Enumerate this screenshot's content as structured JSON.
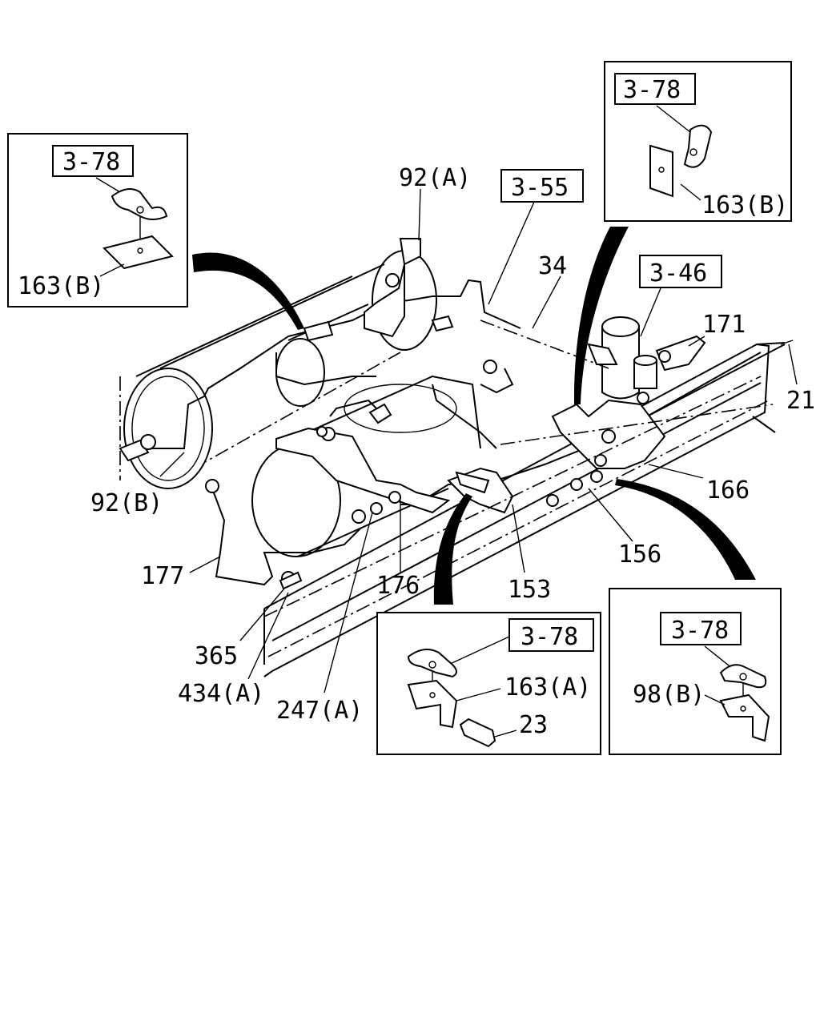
{
  "references": {
    "ref_3_78_top_left": "3-78",
    "ref_3_78_top_right": "3-78",
    "ref_3_55": "3-55",
    "ref_3_46": "3-46",
    "ref_3_78_bottom_mid": "3-78",
    "ref_3_78_bottom_right": "3-78"
  },
  "callouts": {
    "p92a": "92(A)",
    "p163b_left": "163(B)",
    "p163b_right": "163(B)",
    "p34": "34",
    "p171": "171",
    "p21": "21",
    "p92b": "92(B)",
    "p166": "166",
    "p156": "156",
    "p177": "177",
    "p176": "176",
    "p153": "153",
    "p365": "365",
    "p434a": "434(A)",
    "p247a": "247(A)",
    "p163a": "163(A)",
    "p23": "23",
    "p98b": "98(B)"
  }
}
